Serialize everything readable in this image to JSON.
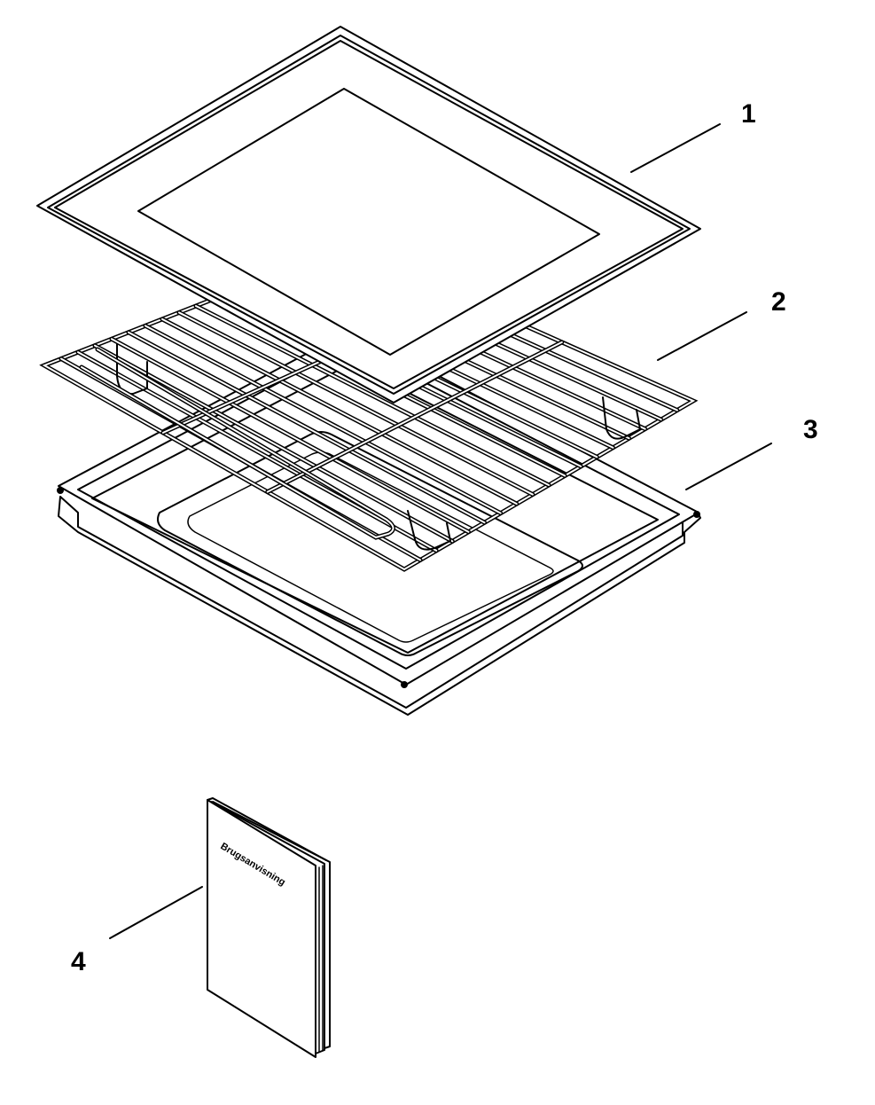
{
  "callouts": [
    {
      "label": "1"
    },
    {
      "label": "2"
    },
    {
      "label": "3"
    },
    {
      "label": "4"
    }
  ],
  "booklet": {
    "title": "Brugsanvisning"
  }
}
